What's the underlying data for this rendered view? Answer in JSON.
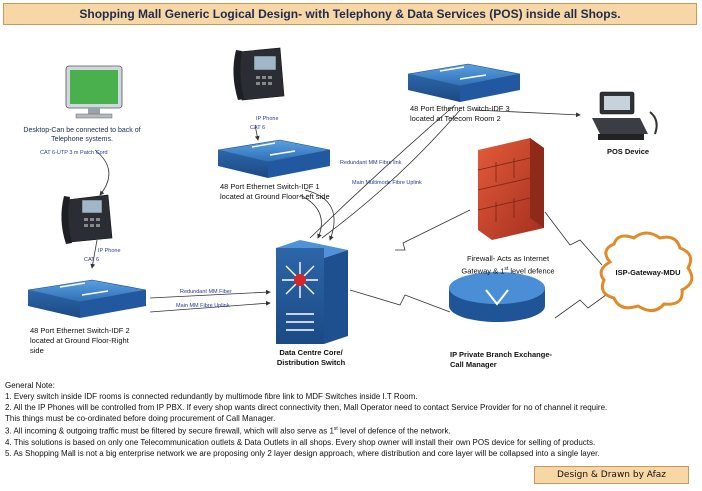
{
  "title": "Shopping Mall Generic Logical Design- with Telephony & Data Services (POS) inside all Shops.",
  "labels": {
    "desktop": "Desktop-Can be connected to back of Telephone systems.",
    "patch_cord": "CAT 6-UTP 3 m Patch Cord",
    "ip_phone_left": "IP Phone",
    "cat6_left": "CAT 6",
    "ip_phone_top": "IP Phone",
    "cat6_top": "CAT 6",
    "idf1": "48 Port Ethernet Switch-IDF 1 located at Ground Floor-Left side",
    "idf2": "48 Port Ethernet Switch-IDF 2 located at Ground Floor-Right side",
    "idf3": "48 Port Ethernet Switch-IDF 3 located at Telecom Room 2",
    "redundant_mm_link": "Redundant MM Fibre link",
    "main_mm_uplink": "Main Multimode Fibre Uplink",
    "redundant_mm_fiber": "Redundant MM Fiber",
    "main_mm_fibre_uplink": "Main MM Fibre Uplink",
    "core": "Data Centre Core/ Distribution Switch",
    "pos": "POS Device",
    "firewall_line1": "Firewall- Acts as Internet",
    "firewall_line2": "Gateway & 1",
    "firewall_sup": "st",
    "firewall_line3": " level defence",
    "pbx": "IP Private Branch Exchange- Call Manager",
    "isp": "ISP-Gateway-MDU"
  },
  "notes": {
    "heading": "General Note:",
    "items": [
      "1. Every switch inside IDF rooms is connected redundantly by multimode fibre link to MDF Switches inside I.T Room.",
      "2. All the IP Phones will be controlled from IP PBX. If every shop wants direct connectivity then, Mall Operator need to contact Service Provider for no of channel it require.",
      "This things must be co-ordinated before doing procurement of Call Manager.",
      "4. This solutions is based on only one Telecommunication outlets & Data Outlets in all shops. Every shop owner will install their own POS device for selling of products.",
      "5. As Shopping Mall is not a big enterprise network we are proposing only 2 layer design approach, where distribution and core layer will be collapsed into a single layer."
    ],
    "item3_a": "3. All incoming & outgoing traffic must be filtered by secure firewall, which will also serve as 1",
    "item3_sup": "st",
    "item3_b": " level of defence of the network."
  },
  "credit": "Design & Drawn by Afaz",
  "colors": {
    "title_bg": "#f8d7a6",
    "switch_blue": "#2f6fb6",
    "firewall_red": "#c0392b",
    "isp_orange": "#e08a2a",
    "desktop_green": "#4caf50"
  }
}
